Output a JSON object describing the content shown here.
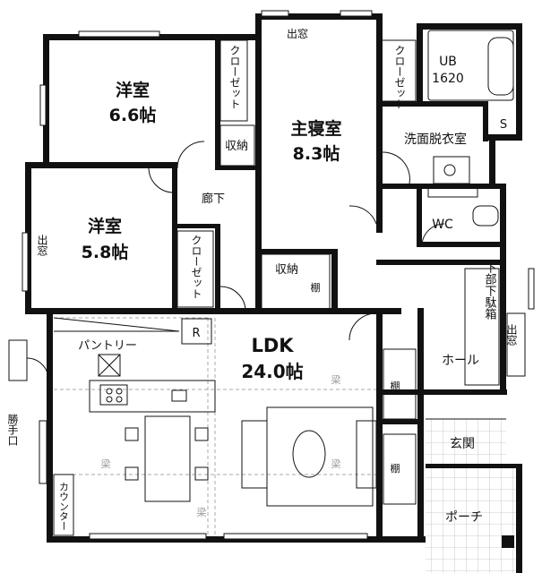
{
  "rooms": {
    "western_room_1": {
      "name": "洋室",
      "size": "6.6帖"
    },
    "master_bedroom": {
      "name": "主寝室",
      "size": "8.3帖"
    },
    "western_room_2": {
      "name": "洋室",
      "size": "5.8帖"
    },
    "ldk": {
      "name": "LDK",
      "size": "24.0帖"
    }
  },
  "labels": {
    "closet_1": "クローゼット",
    "closet_2": "クローゼット",
    "closet_3": "クローゼット",
    "storage_1": "収納",
    "storage_2": "収納",
    "shelf_1": "棚",
    "shelf_2": "棚",
    "shelf_3": "棚",
    "hallway": "廊下",
    "bay_window_top": "出窓",
    "bay_window_left": "出窓",
    "bay_window_right": "出窓",
    "unit_bath_1": "UB",
    "unit_bath_2": "1620",
    "storage_s": "S",
    "washroom": "洗面脱衣室",
    "wc": "WC",
    "shoe_box": "下部下駄箱",
    "hall": "ホール",
    "entrance": "玄関",
    "porch": "ポーチ",
    "pantry": "パントリー",
    "refrigerator": "R",
    "kitchen_door": "勝手口",
    "counter": "カウンター",
    "beam": "梁"
  }
}
